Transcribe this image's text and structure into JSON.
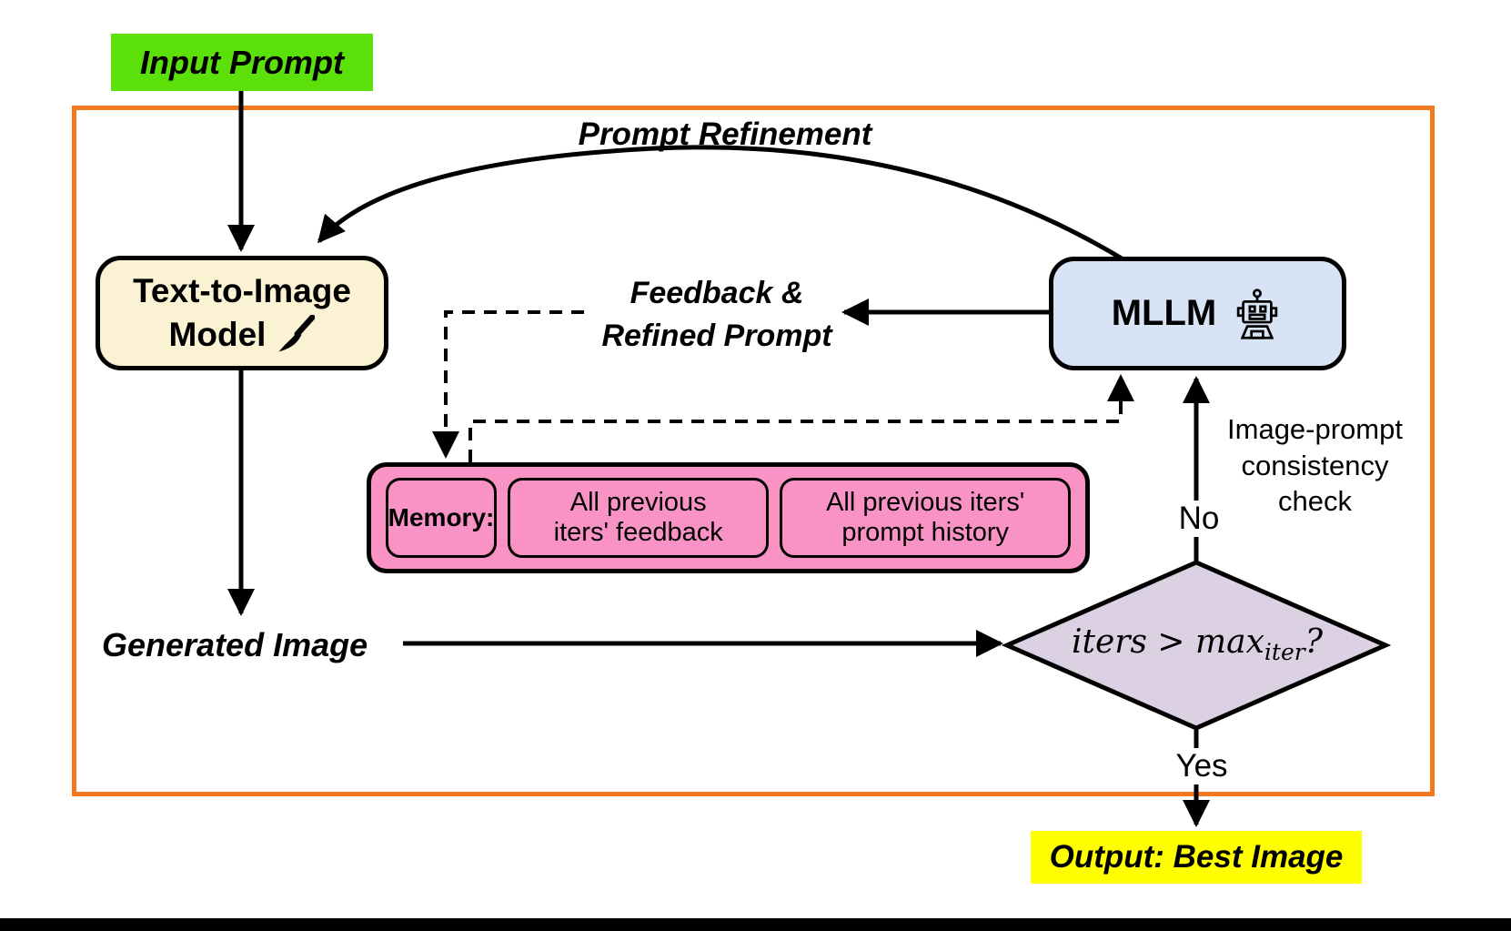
{
  "diagram": {
    "input_prompt": "Input Prompt",
    "prompt_refinement": "Prompt Refinement",
    "t2i_model": {
      "line1": "Text-to-Image",
      "line2": "Model"
    },
    "mllm": "MLLM",
    "feedback_label": {
      "line1": "Feedback &",
      "line2": "Refined Prompt"
    },
    "memory": {
      "label": "Memory:",
      "items": [
        {
          "line1": "All previous",
          "line2": "iters' feedback"
        },
        {
          "line1": "All previous iters'",
          "line2": "prompt history"
        }
      ]
    },
    "generated_image": "Generated Image",
    "decision": {
      "prefix": "iters > max",
      "subscript": "iter",
      "suffix": "?"
    },
    "no_label": "No",
    "yes_label": "Yes",
    "consistency_check": {
      "line1": "Image-prompt",
      "line2": "consistency",
      "line3": "check"
    },
    "output": "Output: Best Image"
  },
  "colors": {
    "green": "#5ce00a",
    "orange": "#f4781f",
    "cream": "#fbf1d3",
    "blue": "#d8e4f6",
    "pink": "#f993c6",
    "purple": "#dcd1e2",
    "yellow": "#ffff00"
  }
}
